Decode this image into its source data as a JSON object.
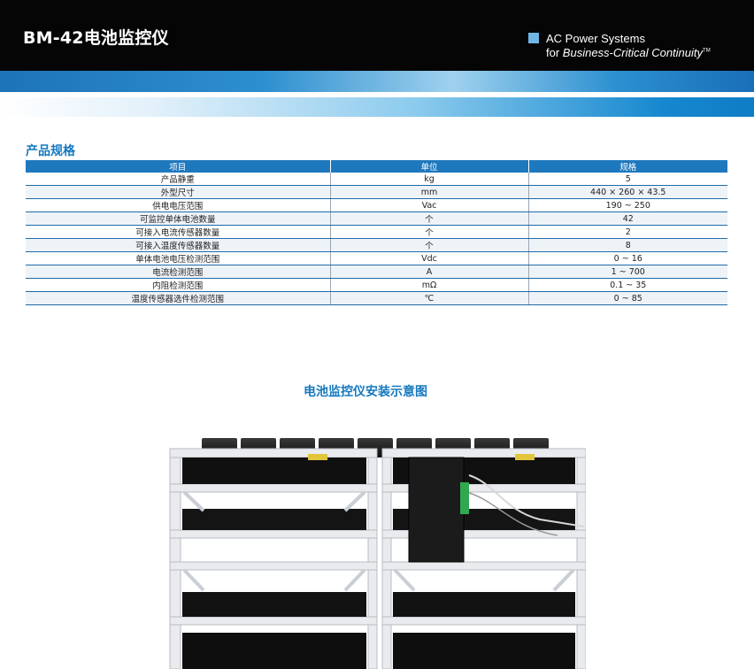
{
  "header": {
    "title": "BM-42电池监控仪",
    "brand_line1": "AC Power Systems",
    "brand_line2_prefix": "for ",
    "brand_line2_italic": "Business-Critical Continuity",
    "brand_line2_tm": "TM"
  },
  "spec": {
    "section_title": "产品规格",
    "columns": [
      "项目",
      "单位",
      "规格"
    ],
    "rows": [
      [
        "产品静重",
        "kg",
        "5"
      ],
      [
        "外型尺寸",
        "mm",
        "440 × 260 × 43.5"
      ],
      [
        "供电电压范围",
        "Vac",
        "190 ~ 250"
      ],
      [
        "可监控单体电池数量",
        "个",
        "42"
      ],
      [
        "可接入电流传感器数量",
        "个",
        "2"
      ],
      [
        "可接入温度传感器数量",
        "个",
        "8"
      ],
      [
        "单体电池电压检测范围",
        "Vdc",
        "0 ~ 16"
      ],
      [
        "电流检测范围",
        "A",
        "1 ~ 700"
      ],
      [
        "内阻检测范围",
        "mΩ",
        "0.1 ~ 35"
      ],
      [
        "温度传感器选件检测范围",
        "℃",
        "0 ~ 85"
      ]
    ]
  },
  "figure": {
    "title": "电池监控仪安装示意图"
  },
  "colors": {
    "header_bg": "#050505",
    "accent_blue": "#1679bf",
    "table_header": "#1e78be",
    "brand_square": "#6fb6e6"
  }
}
